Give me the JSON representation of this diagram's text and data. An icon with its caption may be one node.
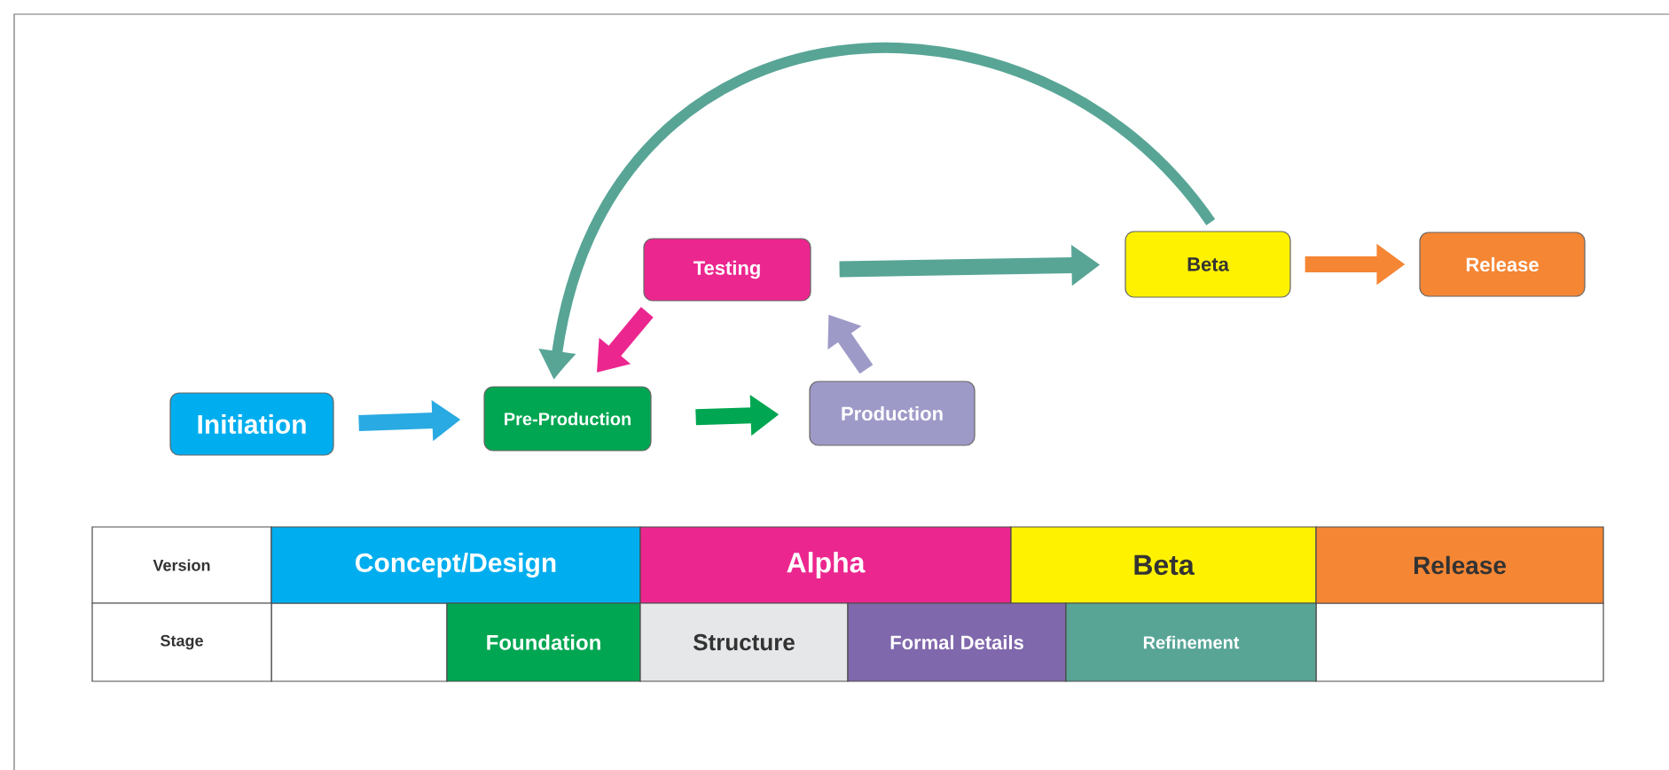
{
  "diagram": {
    "nodes": [
      {
        "text": [
          "Initiation"
        ]
      },
      {
        "text": [
          "Pre-Production"
        ]
      },
      {
        "text": [
          "Testing"
        ]
      },
      {
        "text": [
          "Production"
        ]
      },
      {
        "text": [
          "Beta"
        ]
      },
      {
        "text": [
          "Release"
        ]
      }
    ],
    "edges": [
      {
        "from": 0,
        "to": 1,
        "arrow": "to",
        "color": "#29aae2"
      },
      {
        "from": 1,
        "to": 3,
        "arrow": "to",
        "color": "#00a651"
      },
      {
        "from": 3,
        "to": 2,
        "arrow": "to",
        "color": "#9e9ac8"
      },
      {
        "from": 2,
        "to": 1,
        "arrow": "to",
        "color": "#ec268f"
      },
      {
        "from": 2,
        "to": 4,
        "arrow": "to",
        "color": "#58a596"
      },
      {
        "from": 4,
        "to": 1,
        "arrow": "to",
        "color": "#58a596"
      },
      {
        "from": 4,
        "to": 5,
        "arrow": "to",
        "color": "#f58634"
      }
    ],
    "labels": [
      "Version",
      "Concept/Design",
      "Alpha",
      "Beta",
      "Release",
      "Stage",
      "Foundation",
      "Structure",
      "Formal Details",
      "Refinement"
    ]
  }
}
